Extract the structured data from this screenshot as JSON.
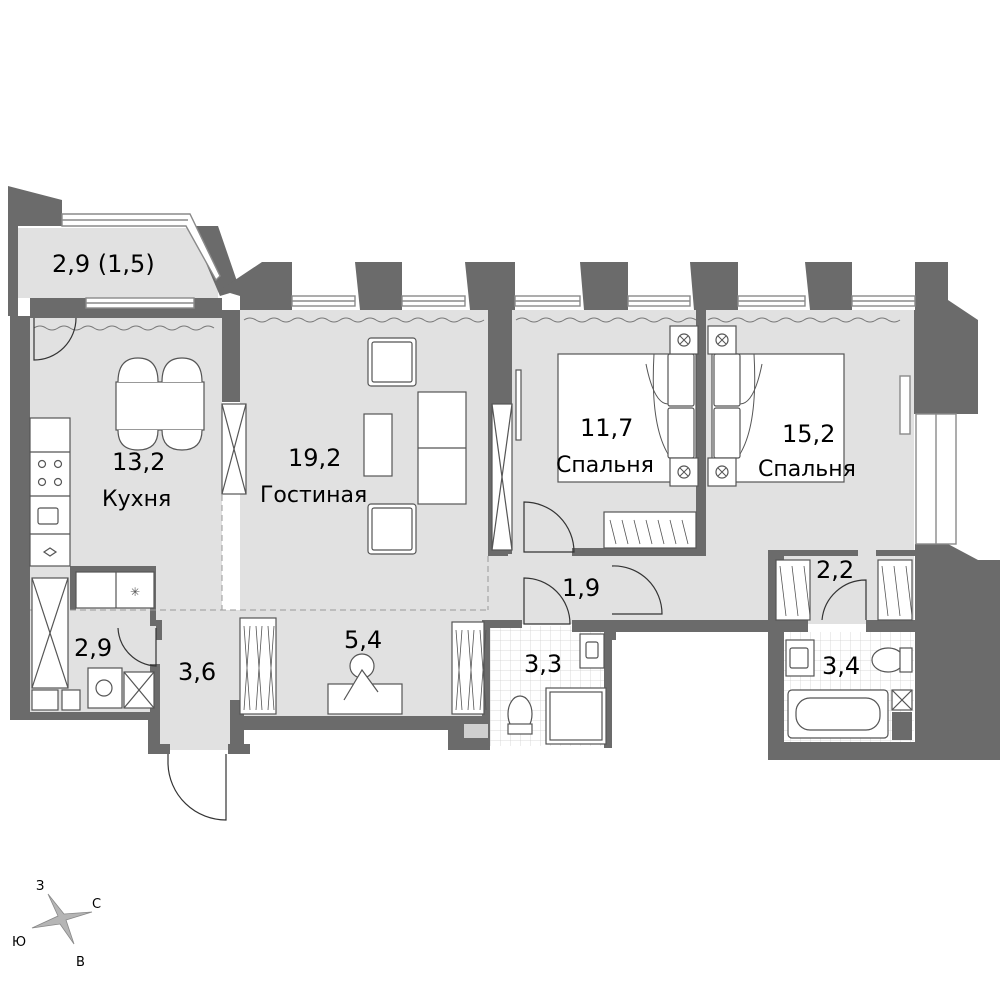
{
  "rooms": {
    "balcony": {
      "area": "2,9 (1,5)"
    },
    "kitchen": {
      "area": "13,2",
      "name": "Кухня"
    },
    "living": {
      "area": "19,2",
      "name": "Гостиная"
    },
    "bedroom1": {
      "area": "11,7",
      "name": "Спальня"
    },
    "bedroom2": {
      "area": "15,2",
      "name": "Спальня"
    },
    "storage": {
      "area": "2,9"
    },
    "hall": {
      "area": "3,6"
    },
    "corridor": {
      "area": "5,4"
    },
    "hallway_small": {
      "area": "1,9"
    },
    "bathroom1": {
      "area": "3,3"
    },
    "wardrobe": {
      "area": "2,2"
    },
    "bathroom2": {
      "area": "3,4"
    }
  },
  "compass": {
    "north": "С",
    "south": "Ю",
    "east": "В",
    "west": "З"
  },
  "colors": {
    "wall": "#6b6b6b",
    "floor": "#e1e1e1",
    "furniture_stroke": "#555555",
    "window_frame": "#8a8a8a"
  }
}
